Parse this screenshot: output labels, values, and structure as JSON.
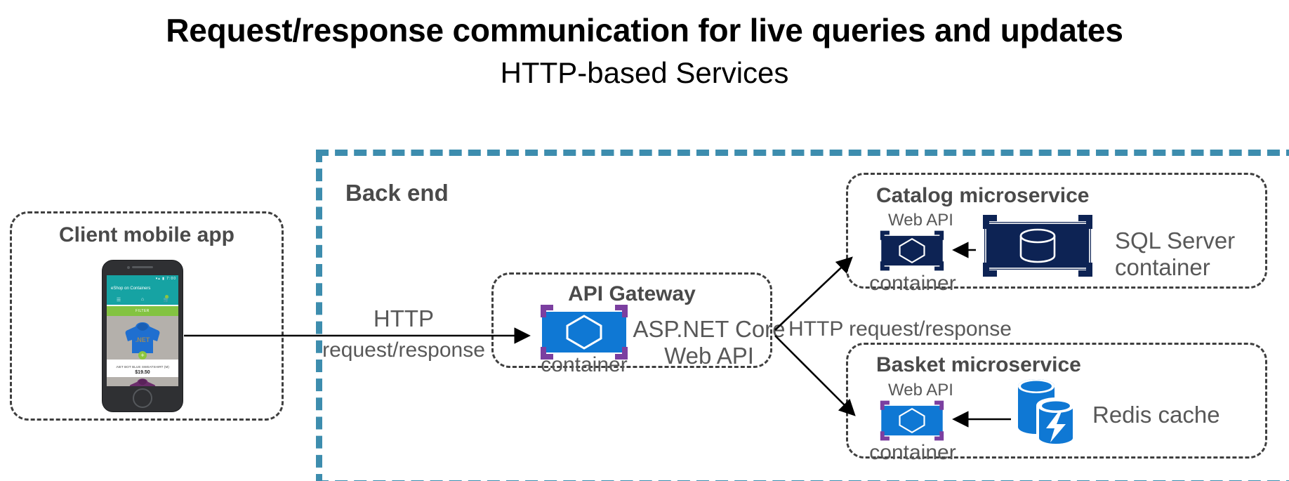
{
  "title": {
    "main": "Request/response communication for live queries and updates",
    "subtitle": "HTTP-based Services"
  },
  "client": {
    "box_title": "Client mobile app",
    "phone": {
      "app_name": "eShop on Containers",
      "status_icons": "▾▴ ▮ 7:00",
      "tabs": [
        "☰",
        "⌂",
        "🛒"
      ],
      "filter_label": "FILTER",
      "brand_text": ".NET",
      "product_name": ".NET BOT BLUE SWEATSHIRT (M)",
      "product_price": "$19.50",
      "add_button": "+"
    }
  },
  "backend": {
    "title": "Back end",
    "border_color": "#3d8dae"
  },
  "connections": {
    "client_to_gateway": {
      "line1": "HTTP",
      "line2": "request/response"
    },
    "gateway_to_services": "HTTP request/response"
  },
  "api_gateway": {
    "box_title": "API Gateway",
    "container_label": "container",
    "tech_line1": "ASP.NET Core",
    "tech_line2": "Web API",
    "icon": "container-icon",
    "icon_fill": "#0f78d4",
    "bracket_color": "#7b3fa0"
  },
  "catalog": {
    "box_title": "Catalog microservice",
    "webapi_label": "Web API",
    "container_label": "container",
    "webapi_icon": "container-icon",
    "webapi_fill": "#0d2354",
    "webapi_bracket_color": "#0d2354",
    "db_icon": "sql-server-database-icon",
    "db_fill": "#0d2354",
    "db_bracket_color": "#0d2354",
    "db_line1": "SQL Server",
    "db_line2": "container"
  },
  "basket": {
    "box_title": "Basket microservice",
    "webapi_label": "Web API",
    "container_label": "container",
    "webapi_icon": "container-icon",
    "webapi_fill": "#0f78d4",
    "webapi_bracket_color": "#7b3fa0",
    "cache_icon": "redis-cache-icon",
    "cache_fill": "#0f78d4",
    "cache_label": "Redis cache"
  },
  "colors": {
    "backend_blue": "#3d8dae",
    "dashed_gray": "#3f3f3f",
    "text_gray": "#585858",
    "title_gray": "#4a4a4a",
    "azure_blue": "#0f78d4",
    "navy": "#0d2354",
    "purple": "#7b3fa0"
  }
}
